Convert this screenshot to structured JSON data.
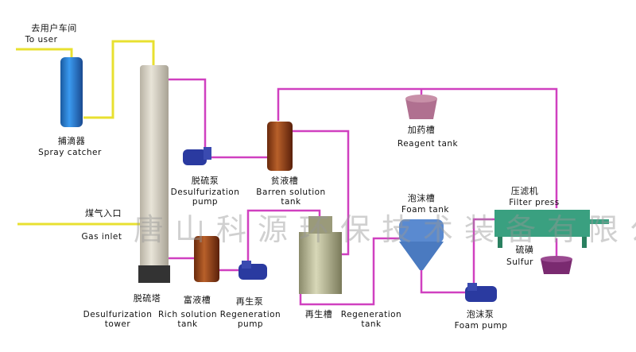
{
  "watermark": "唐山科源环保技术装备有限公司",
  "labels": {
    "to_user": {
      "zh": "去用户车间",
      "en": "To user"
    },
    "spray_catcher": {
      "zh": "捕滴器",
      "en": "Spray catcher"
    },
    "gas_inlet": {
      "zh": "煤气入口",
      "en": "Gas inlet"
    },
    "desulfurization_pump": {
      "zh": "脱硫泵",
      "en1": "Desulfurization",
      "en2": "pump"
    },
    "barren_tank": {
      "zh": "贫液槽",
      "en1": "Barren solution",
      "en2": "tank"
    },
    "reagent_tank": {
      "zh": "加药槽",
      "en": "Reagent tank"
    },
    "foam_tank": {
      "zh": "泡沫槽",
      "en": "Foam tank"
    },
    "filter_press": {
      "zh": "压滤机",
      "en": "Filter press"
    },
    "sulfur": {
      "zh": "硫磺",
      "en": "Sulfur"
    },
    "desulfurization_tower": {
      "zh": "脱硫塔",
      "en1": "Desulfurization",
      "en2": "tower"
    },
    "rich_tank": {
      "zh": "富液槽",
      "en1": "Rich solution",
      "en2": "tank"
    },
    "regeneration_pump": {
      "zh": "再生泵",
      "en1": "Regeneration",
      "en2": "pump"
    },
    "regeneration_tank": {
      "zh": "再生槽",
      "en1": "Regeneration",
      "en2": "tank"
    },
    "foam_pump": {
      "zh": "泡沫泵",
      "en": "Foam pump"
    }
  },
  "colors": {
    "gas_pipe": "#e8e030",
    "solution_pipe": "#d040c0",
    "tower": "#d8d2c4",
    "spray_catcher": "#2a7fd0",
    "tank_brown": "#9a4a1c",
    "foam_tank": "#5a8ad0",
    "filter_press": "#3aa080",
    "sulfur": "#7a2a70",
    "pump": "#2a3aa0"
  }
}
